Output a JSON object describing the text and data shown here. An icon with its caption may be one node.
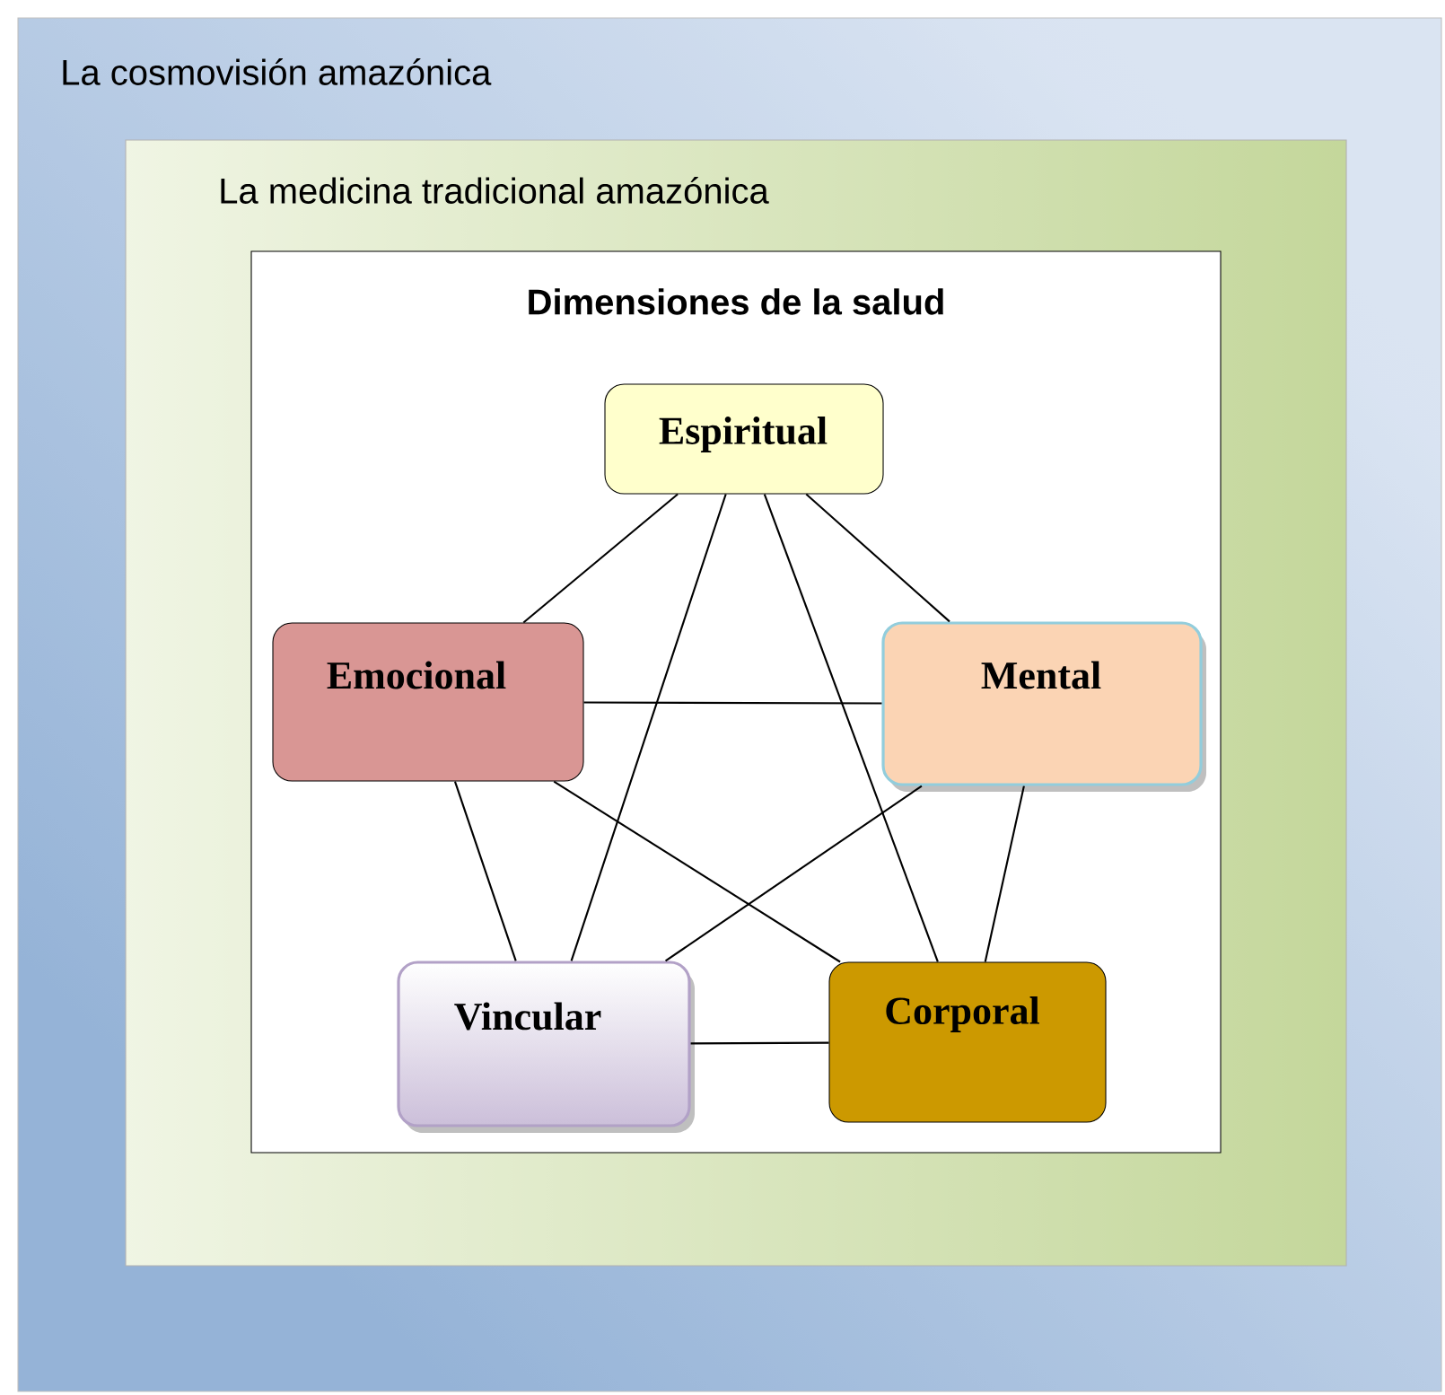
{
  "diagram": {
    "nodes": [
      {
        "text": [
          "La cosmovisión amazónica"
        ]
      },
      {
        "text": [
          "La medicina tradicional amazónica"
        ],
        "in": 0
      },
      {
        "text": [
          "Dimensiones de la salud"
        ],
        "in": 1
      },
      {
        "text": [
          "Espiritual"
        ],
        "in": 2
      },
      {
        "text": [
          "Emocional"
        ],
        "in": 2
      },
      {
        "text": [
          "Mental"
        ],
        "in": 2
      },
      {
        "text": [
          "Vincular"
        ],
        "in": 2
      },
      {
        "text": [
          "Corporal"
        ],
        "in": 2
      }
    ],
    "edges": [
      {
        "from": 3,
        "to": 4,
        "arrow": "none"
      },
      {
        "from": 3,
        "to": 5,
        "arrow": "none"
      },
      {
        "from": 3,
        "to": 6,
        "arrow": "none"
      },
      {
        "from": 3,
        "to": 7,
        "arrow": "none"
      },
      {
        "from": 4,
        "to": 5,
        "arrow": "none"
      },
      {
        "from": 4,
        "to": 6,
        "arrow": "none"
      },
      {
        "from": 4,
        "to": 7,
        "arrow": "none"
      },
      {
        "from": 5,
        "to": 6,
        "arrow": "none"
      },
      {
        "from": 5,
        "to": 7,
        "arrow": "none"
      },
      {
        "from": 6,
        "to": 7,
        "arrow": "none"
      }
    ]
  }
}
